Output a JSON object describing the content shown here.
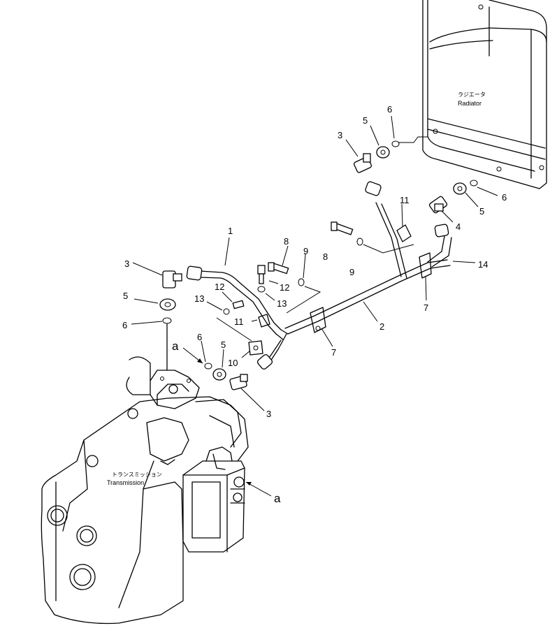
{
  "radiator": {
    "label_jp": "ラジエータ",
    "label_en": "Radiator"
  },
  "transmission": {
    "label_jp": "トランスミッション",
    "label_en": "Transmission"
  },
  "view_marks": [
    "a",
    "a"
  ],
  "callouts": [
    "1",
    "2",
    "3",
    "3",
    "3",
    "4",
    "5",
    "5",
    "5",
    "5",
    "6",
    "6",
    "6",
    "6",
    "7",
    "7",
    "8",
    "8",
    "9",
    "9",
    "10",
    "11",
    "11",
    "12",
    "12",
    "13",
    "13",
    "14"
  ]
}
